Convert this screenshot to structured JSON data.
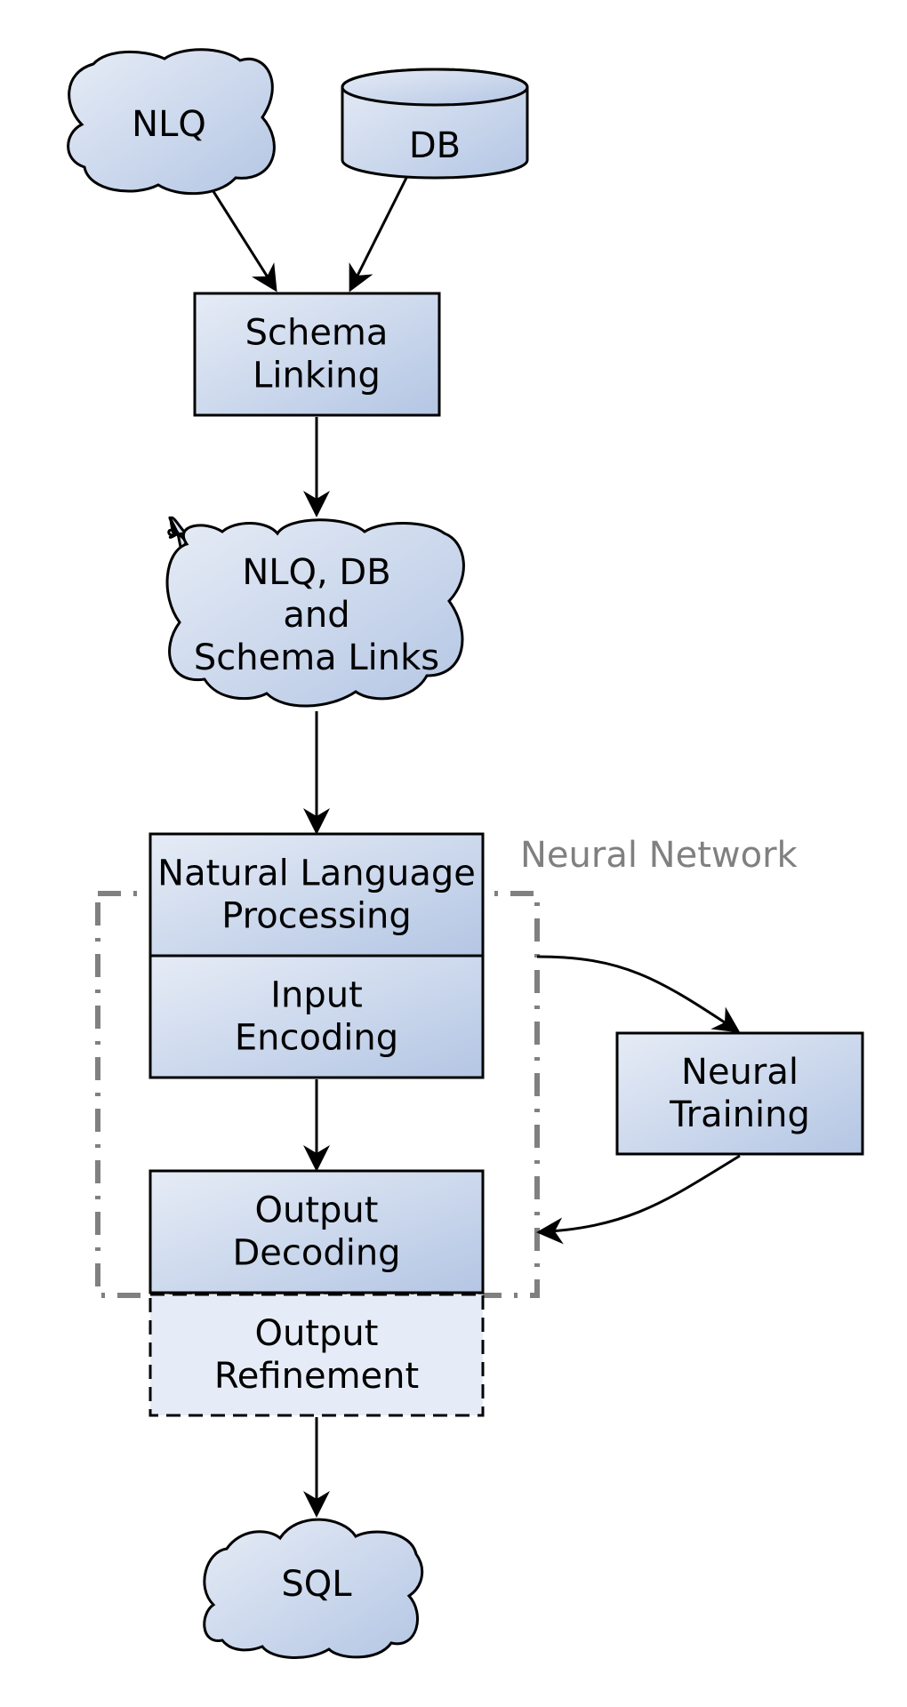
{
  "colors": {
    "fill_light": "#e6ecf6",
    "fill_dark": "#b4c6e4",
    "fill_flat": "#e6ecf7",
    "stroke": "#000000",
    "group_stroke": "#808080",
    "group_label": "#808080"
  },
  "nodes": {
    "nlq": {
      "lines": [
        "NLQ"
      ]
    },
    "db": {
      "lines": [
        "DB"
      ]
    },
    "schema_linking": {
      "lines": [
        "Schema",
        "Linking"
      ]
    },
    "schema_links": {
      "lines": [
        "NLQ, DB",
        "and",
        "Schema Links"
      ]
    },
    "nlp": {
      "lines": [
        "Natural Language",
        "Processing"
      ]
    },
    "input_encoding": {
      "lines": [
        "Input",
        "Encoding"
      ]
    },
    "output_decoding": {
      "lines": [
        "Output",
        "Decoding"
      ]
    },
    "output_refinement": {
      "lines": [
        "Output",
        "Refinement"
      ]
    },
    "neural_training": {
      "lines": [
        "Neural",
        "Training"
      ]
    },
    "sql": {
      "lines": [
        "SQL"
      ]
    }
  },
  "group": {
    "label": "Neural Network"
  }
}
